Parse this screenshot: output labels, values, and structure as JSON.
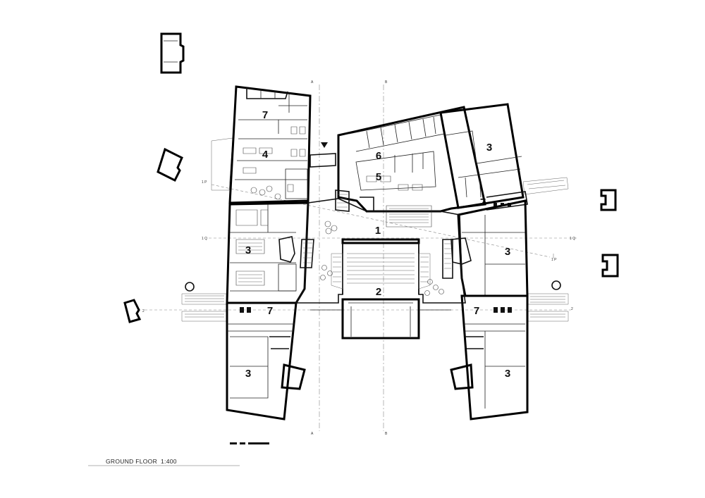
{
  "title": "GROUND FLOOR",
  "scale": "1:400",
  "rooms": {
    "r1": "1",
    "r2": "2",
    "r3_ne": "3",
    "r3_w": "3",
    "r3_e": "3",
    "r3_sw": "3",
    "r3_se": "3",
    "r4": "4",
    "r5": "5",
    "r6": "6",
    "r7_nw": "7",
    "r7_ne": "7",
    "r7_w": "7",
    "r7_e": "7"
  },
  "section_marks": {
    "a_top": "A",
    "a_bottom": "A",
    "b_top": "B",
    "b_bottom": "B",
    "m1p_left": "1 P",
    "m1p_right": "1 P",
    "m1q_left": "1 Q",
    "m1q_right": "1 Q",
    "m2_left": "2",
    "m2_right": "2"
  }
}
